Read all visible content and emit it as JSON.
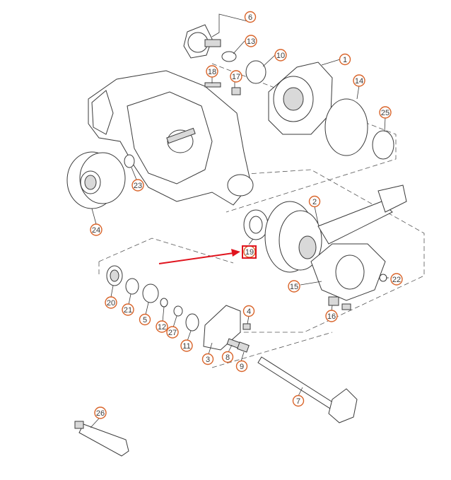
{
  "callouts": [
    {
      "id": "c1",
      "label": "1"
    },
    {
      "id": "c2",
      "label": "2"
    },
    {
      "id": "c3",
      "label": "3"
    },
    {
      "id": "c4",
      "label": "4"
    },
    {
      "id": "c5",
      "label": "5"
    },
    {
      "id": "c6",
      "label": "6"
    },
    {
      "id": "c7",
      "label": "7"
    },
    {
      "id": "c8",
      "label": "8"
    },
    {
      "id": "c9",
      "label": "9"
    },
    {
      "id": "c10",
      "label": "10"
    },
    {
      "id": "c11",
      "label": "11"
    },
    {
      "id": "c12",
      "label": "12"
    },
    {
      "id": "c13",
      "label": "13"
    },
    {
      "id": "c14",
      "label": "14"
    },
    {
      "id": "c15",
      "label": "15"
    },
    {
      "id": "c16",
      "label": "16"
    },
    {
      "id": "c17",
      "label": "17"
    },
    {
      "id": "c18",
      "label": "18"
    },
    {
      "id": "c19",
      "label": "19"
    },
    {
      "id": "c20",
      "label": "20"
    },
    {
      "id": "c21",
      "label": "21"
    },
    {
      "id": "c22",
      "label": "22"
    },
    {
      "id": "c23",
      "label": "23"
    },
    {
      "id": "c24",
      "label": "24"
    },
    {
      "id": "c25",
      "label": "25"
    },
    {
      "id": "c26",
      "label": "26"
    },
    {
      "id": "c27",
      "label": "27"
    }
  ],
  "colors": {
    "callout_ring": "#d9642a",
    "highlight_arrow": "#e0141e",
    "line_art": "#3a3a3a"
  },
  "highlight": {
    "target_label": "19"
  }
}
